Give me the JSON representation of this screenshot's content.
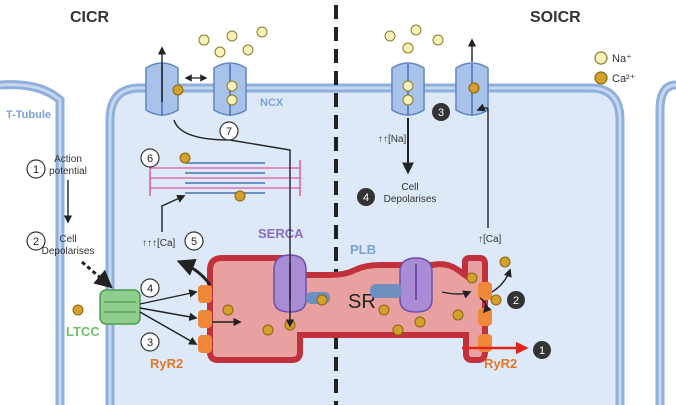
{
  "titles": {
    "left": "CICR",
    "right": "SOICR"
  },
  "legend": {
    "na": "Na⁺",
    "ca": "Ca²⁺"
  },
  "labels": {
    "t_tubule": "T-Tubule",
    "ncx": "NCX",
    "serca": "SERCA",
    "plb": "PLB",
    "sr": "SR",
    "ltcc": "LTCC",
    "ryr2_left": "RyR2",
    "ryr2_right": "RyR2",
    "action_potential": [
      "Action",
      "potential"
    ],
    "cell_depolarises_left": [
      "Cell",
      "Depolarises"
    ],
    "cell_depolarises_right": [
      "Cell",
      "Depolarises"
    ],
    "ca_up3": "↑↑↑[Ca]",
    "na_up2": "↑↑[Na]",
    "ca_up1": "↑[Ca]"
  },
  "steps_open": [
    "1",
    "2",
    "3",
    "4",
    "5",
    "6",
    "7"
  ],
  "steps_filled": [
    "1",
    "2",
    "3",
    "4"
  ],
  "colors": {
    "membrane": "#8fb0dc",
    "membrane_dark": "#5f86c2",
    "cytosol": "#dde9f8",
    "sr_fill": "#e8a0a0",
    "sr_edge": "#c0313b",
    "ryr2": "#f0883a",
    "serca": "#a98bd6",
    "ltcc": "#8fce8f",
    "ca": "#d4a02c",
    "na": "#f7f0b8",
    "label_blue": "#7aa0d6",
    "label_purple": "#8a6cc8",
    "label_green": "#6fbf6f",
    "label_orange": "#e07a2a"
  }
}
